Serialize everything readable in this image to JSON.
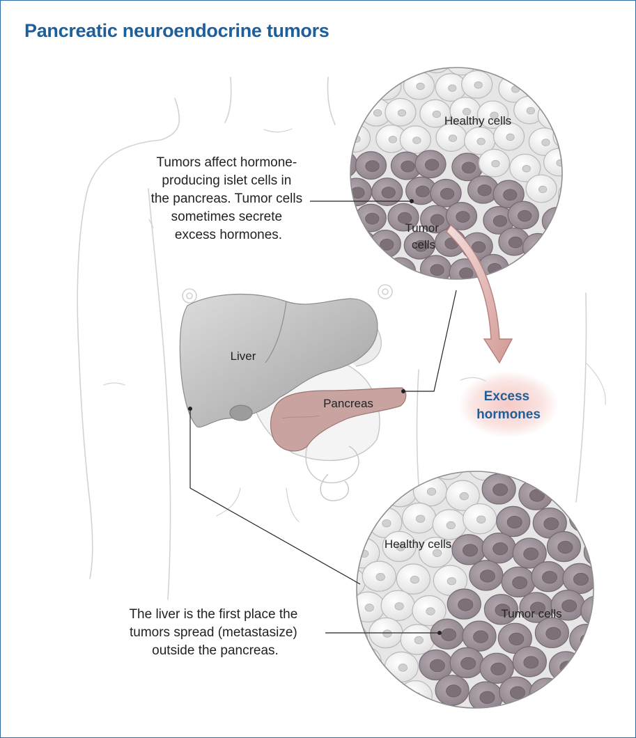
{
  "title": "Pancreatic neuroendocrine tumors",
  "top_note": {
    "lines": [
      "Tumors affect hormone-",
      "producing islet cells in",
      "the pancreas. Tumor cells",
      "sometimes secrete",
      "excess hormones."
    ]
  },
  "bottom_note": {
    "lines": [
      "The liver is the first place the",
      "tumors spread (metastasize)",
      "outside the pancreas."
    ]
  },
  "organs": {
    "liver": "Liver",
    "pancreas": "Pancreas"
  },
  "top_circle": {
    "healthy": "Healthy cells",
    "tumor_lines": [
      "Tumor",
      "cells"
    ]
  },
  "bottom_circle": {
    "healthy": "Healthy cells",
    "tumor": "Tumor cells"
  },
  "excess_hormones": [
    "Excess",
    "hormones"
  ],
  "colors": {
    "title": "#1f5f99",
    "healthy_cell": "#eeeeee",
    "tumor_cell": "#9c8f97",
    "pancreas": "#c9a3a0",
    "liver": "#b9b9b9",
    "arrow": "#d8a7a3",
    "glow": "#f4c6c2"
  }
}
